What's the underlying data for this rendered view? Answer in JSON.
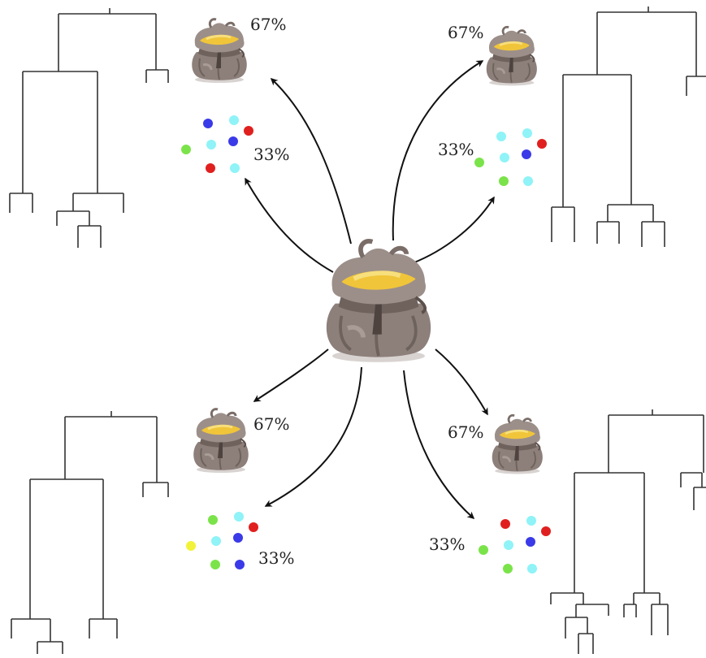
{
  "colors": {
    "tree": "#333333",
    "arrow": "#111111",
    "bag_body": "#8d7f7a",
    "bag_dark": "#5c504b",
    "bag_light": "#b1a5a0",
    "gold": "#f0c53a",
    "gold_light": "#f7df7c",
    "dot_blue": "#3a3ae8",
    "dot_cyan": "#8ff3f7",
    "dot_red": "#e0201f",
    "dot_green": "#7be34a",
    "dot_yellow": "#f2f23a"
  },
  "icons": {
    "source_bag": "money-bag-icon",
    "bootstrap_bag": "money-bag-icon",
    "sample_dot": "sample-dot"
  },
  "panels": [
    {
      "id": "top-left",
      "bag_label": "67%",
      "dots_label": "33%",
      "dots": [
        "blue",
        "cyan",
        "red",
        "green",
        "cyan",
        "blue",
        "red",
        "cyan"
      ]
    },
    {
      "id": "top-right",
      "bag_label": "67%",
      "dots_label": "33%",
      "dots": [
        "cyan",
        "cyan",
        "red",
        "green",
        "cyan",
        "blue",
        "green",
        "cyan"
      ]
    },
    {
      "id": "bottom-left",
      "bag_label": "67%",
      "dots_label": "33%",
      "dots": [
        "green",
        "cyan",
        "red",
        "yellow",
        "cyan",
        "blue",
        "green",
        "blue"
      ]
    },
    {
      "id": "bottom-right",
      "bag_label": "67%",
      "dots_label": "33%",
      "dots": [
        "red",
        "cyan",
        "red",
        "green",
        "cyan",
        "blue",
        "green",
        "cyan"
      ]
    }
  ]
}
